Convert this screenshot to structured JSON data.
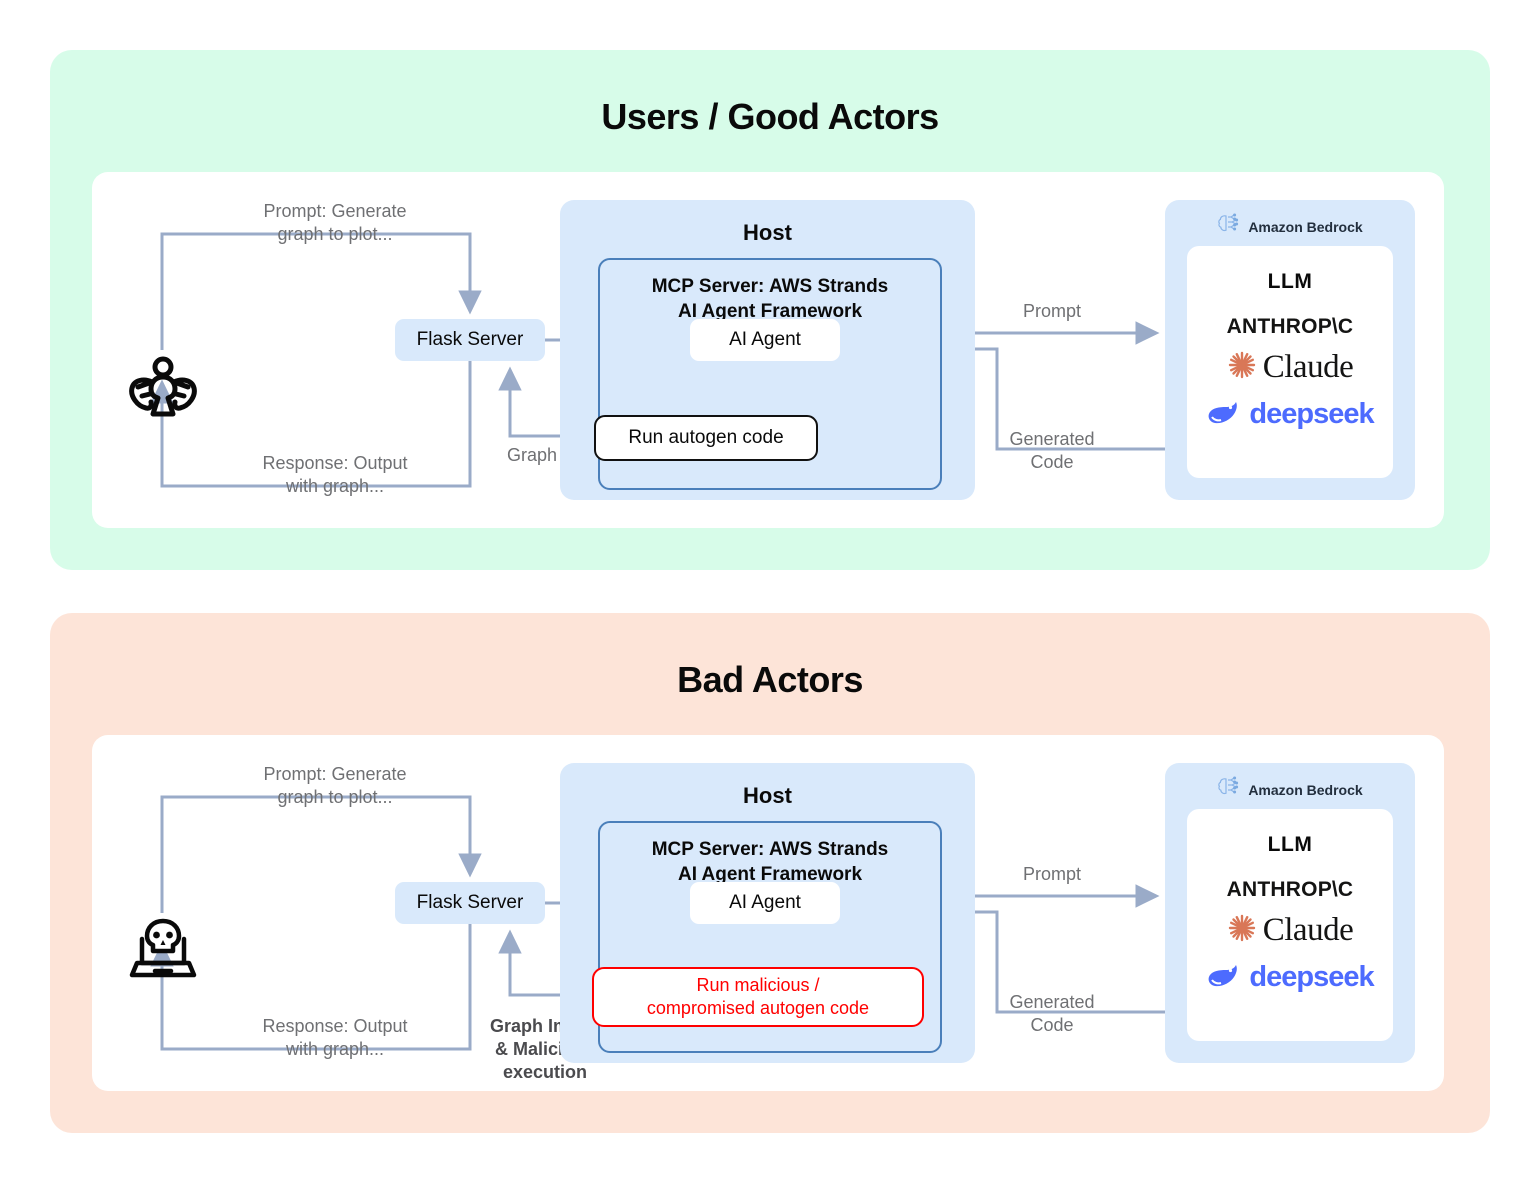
{
  "page": {
    "colors": {
      "good_panel_bg": "#d7fce9",
      "bad_panel_bg": "#fde4d8",
      "card_bg": "#ffffff",
      "host_bg": "#d9e9fb",
      "mcp_border": "#4a7fba",
      "arrow": "#9aabc8",
      "danger": "#ff0000",
      "claude_orange": "#D97757",
      "deepseek_blue": "#4D6BFE",
      "label_gray": "#6f7073"
    }
  },
  "sections": [
    {
      "id": "good",
      "title": "Users / Good Actors",
      "actor_icon": "angel-icon",
      "flask_label": "Flask Server",
      "host_title": "Host",
      "mcp_title": "MCP Server: AWS Strands\nAI Agent Framework",
      "mcp_title_line1": "MCP Server: AWS Strands",
      "mcp_title_line2": "AI Agent Framework",
      "agent_label": "AI Agent",
      "run_label": "Run autogen code",
      "run_danger": false,
      "labels": {
        "prompt_out_line1": "Prompt: Generate",
        "prompt_out_line2": "graph to plot...",
        "response_line1": "Response: Output",
        "response_line2": "with graph...",
        "graph_image_line1": "Graph Image",
        "graph_image_line2": "",
        "graph_image_line3": "",
        "graph_image_bold": false,
        "prompt_llm": "Prompt",
        "generated_line1": "Generated",
        "generated_line2": "Code"
      },
      "bedrock": {
        "brand": "Amazon Bedrock",
        "brand_icon": "bedrock-brain-icon",
        "llm_title": "LLM",
        "anthropic": "ANTHROP\\C",
        "claude": "Claude",
        "claude_icon": "claude-starburst-icon",
        "deepseek": "deepseek",
        "deepseek_icon": "deepseek-whale-icon"
      }
    },
    {
      "id": "bad",
      "title": "Bad Actors",
      "actor_icon": "skull-laptop-icon",
      "flask_label": "Flask Server",
      "host_title": "Host",
      "mcp_title_line1": "MCP Server: AWS Strands",
      "mcp_title_line2": "AI Agent Framework",
      "agent_label": "AI Agent",
      "run_label_line1": "Run malicious /",
      "run_label_line2": "compromised autogen code",
      "run_danger": true,
      "labels": {
        "prompt_out_line1": "Prompt: Generate",
        "prompt_out_line2": "graph to plot...",
        "response_line1": "Response: Output",
        "response_line2": "with graph...",
        "graph_image_line1": "Graph Image",
        "graph_image_line2": "& Malicious",
        "graph_image_line3": "execution",
        "graph_image_bold": true,
        "prompt_llm": "Prompt",
        "generated_line1": "Generated",
        "generated_line2": "Code"
      },
      "bedrock": {
        "brand": "Amazon Bedrock",
        "brand_icon": "bedrock-brain-icon",
        "llm_title": "LLM",
        "anthropic": "ANTHROP\\C",
        "claude": "Claude",
        "claude_icon": "claude-starburst-icon",
        "deepseek": "deepseek",
        "deepseek_icon": "deepseek-whale-icon"
      }
    }
  ]
}
